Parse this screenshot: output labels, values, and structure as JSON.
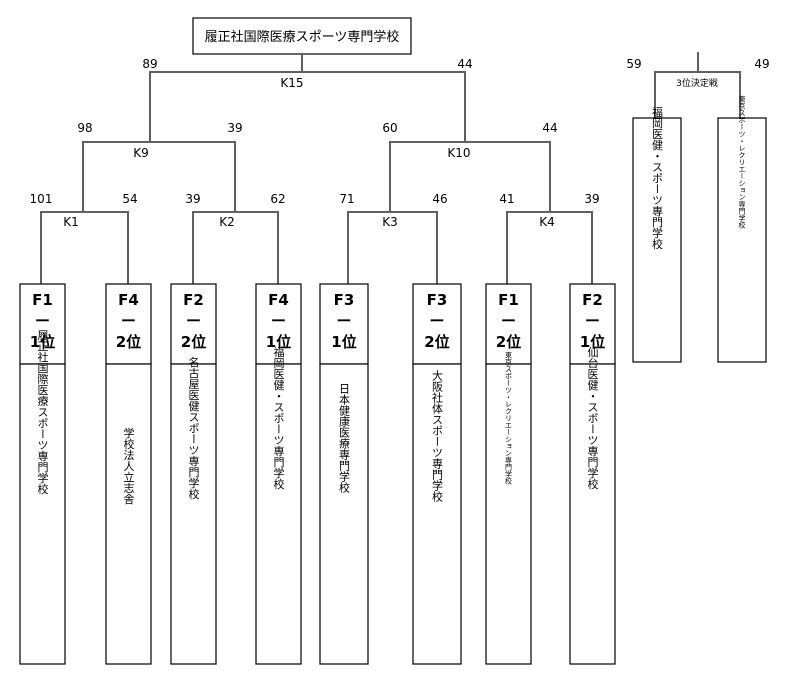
{
  "champion": "履正社国際医療スポーツ専門学校",
  "matches": {
    "K1": {
      "label": "K1",
      "left": "101",
      "right": "54"
    },
    "K2": {
      "label": "K2",
      "left": "39",
      "right": "62"
    },
    "K3": {
      "label": "K3",
      "left": "71",
      "right": "46"
    },
    "K4": {
      "label": "K4",
      "left": "41",
      "right": "39"
    },
    "K9": {
      "label": "K9",
      "left": "98",
      "right": "39"
    },
    "K10": {
      "label": "K10",
      "left": "60",
      "right": "44"
    },
    "K15": {
      "label": "K15",
      "left": "89",
      "right": "44"
    }
  },
  "third_place": {
    "label": "3位決定戦",
    "left": "59",
    "right": "49",
    "teams": [
      "福岡医健・スポーツ専門学校",
      "東京スポーツ・レクリエーション専門学校"
    ]
  },
  "teams": [
    {
      "seed": [
        "F1",
        "ー",
        "1位"
      ],
      "name": "履正社国際医療スポーツ専門学校"
    },
    {
      "seed": [
        "F4",
        "ー",
        "2位"
      ],
      "name": "学校法人立志舎"
    },
    {
      "seed": [
        "F2",
        "ー",
        "2位"
      ],
      "name": "名古屋医健スポーツ専門学校"
    },
    {
      "seed": [
        "F4",
        "ー",
        "1位"
      ],
      "name": "福岡医健・スポーツ専門学校"
    },
    {
      "seed": [
        "F3",
        "ー",
        "1位"
      ],
      "name": "日本健康医療専門学校"
    },
    {
      "seed": [
        "F3",
        "ー",
        "2位"
      ],
      "name": "大阪社体スポーツ専門学校"
    },
    {
      "seed": [
        "F1",
        "ー",
        "2位"
      ],
      "name": "東京スポーツ・レクリエーション専門学校"
    },
    {
      "seed": [
        "F2",
        "ー",
        "1位"
      ],
      "name": "仙台医健・スポーツ専門学校"
    }
  ]
}
